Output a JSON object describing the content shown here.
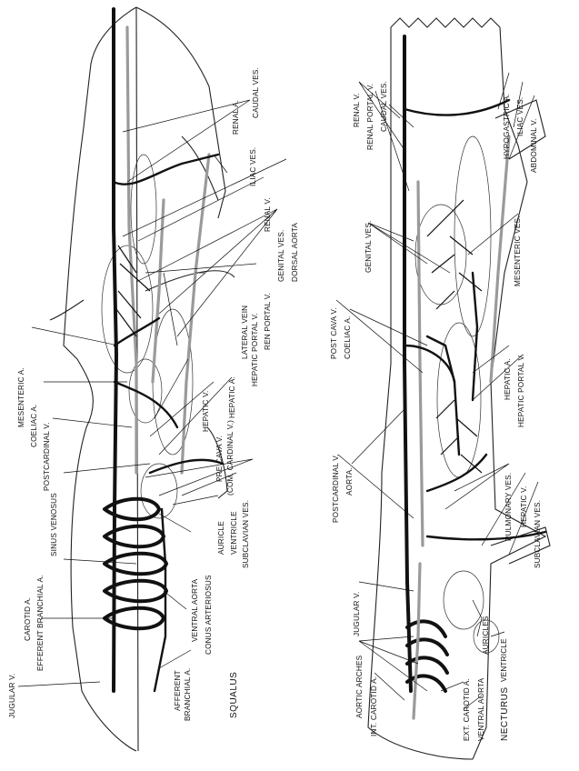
{
  "squalus": {
    "title": "SQUALUS",
    "labels": {
      "caudal_ves": "CAUDAL VES.",
      "iliac_ves": "ILIAC VES.",
      "renal_a": "RENAL A.",
      "dorsal_aorta": "DORSAL AORTA",
      "genital_ves": "GENITAL VES.",
      "renal_v": "RENAL V.",
      "ren_portal_v": "REN PORTAL V.",
      "hepatic_portal_v": "HEPATIC PORTAL V.",
      "lateral_vein": "LATERAL VEIN",
      "mesenteric_a": "MESENTERIC A.",
      "coeliac_a": "COELIAC A.",
      "postcardinal_v": "POSTCARDINAL V.",
      "hepatic_a": "HEPATIC A.",
      "hepatic_v": "HEPATIC V.",
      "pre_cava_v": "PRE CAVA V.",
      "com_cardinal_v": "(COM. CARDINAL V.)",
      "sinus_venosus": "SINUS VENOSUS",
      "efferent_branchial_a": "EFFERENT BRANCHIAL A.",
      "carotid_a": "CAROTID A.",
      "jugular_v": "JUGULAR V.",
      "afferent": "AFFERENT",
      "branchial_a": "BRANCHIAL A.",
      "ventral_aorta": "VENTRAL AORTA",
      "conus_arteriosus": "CONUS ARTERIOSUS",
      "auricle": "AURICLE",
      "ventricle": "VENTRICLE",
      "subclavian_ves": "SUBCLAVIAN VES."
    }
  },
  "necturus": {
    "title": "NECTURUS",
    "labels": {
      "renal_v": "RENAL V.",
      "renal_portal_v": "RENAL PORTAL V.",
      "caudal_ves": "CAUDAL VES.",
      "hypogastric_a": "HYPOGASTRIC A.",
      "iliac_ves": "ILIAC VES.",
      "abdominal_v": "ABDOMINAL V.",
      "genital_ves": "GENITAL VES.",
      "mesenteric_ves": "MESENTERIC VES.",
      "post_cava_v": "POST CAVA V.",
      "coeliac_a": "COELIAC A.",
      "hepatic_a": "HEPATIC A.",
      "hepatic_portal_v": "HEPATIC PORTAL V.",
      "postcardinal_v": "POSTCARDINAL V.",
      "aorta": "AORTA.",
      "pulmonary_ves": "PULMONARY VES.",
      "hepatic_v": "HEPATIC V.",
      "subclavian_ves": "SUBCLAVIAN VES.",
      "jugular_v": "JUGULAR V.",
      "aortic_arches": "AORTIC ARCHES",
      "int_carotid_a": "INT. CAROTID A.",
      "auricles": "AURICLES",
      "ventricle": "VENTRICLE",
      "ext_carotid_a": "EXT. CAROTID A.",
      "ventral_aorta": "VENTRAL AORTA"
    }
  }
}
